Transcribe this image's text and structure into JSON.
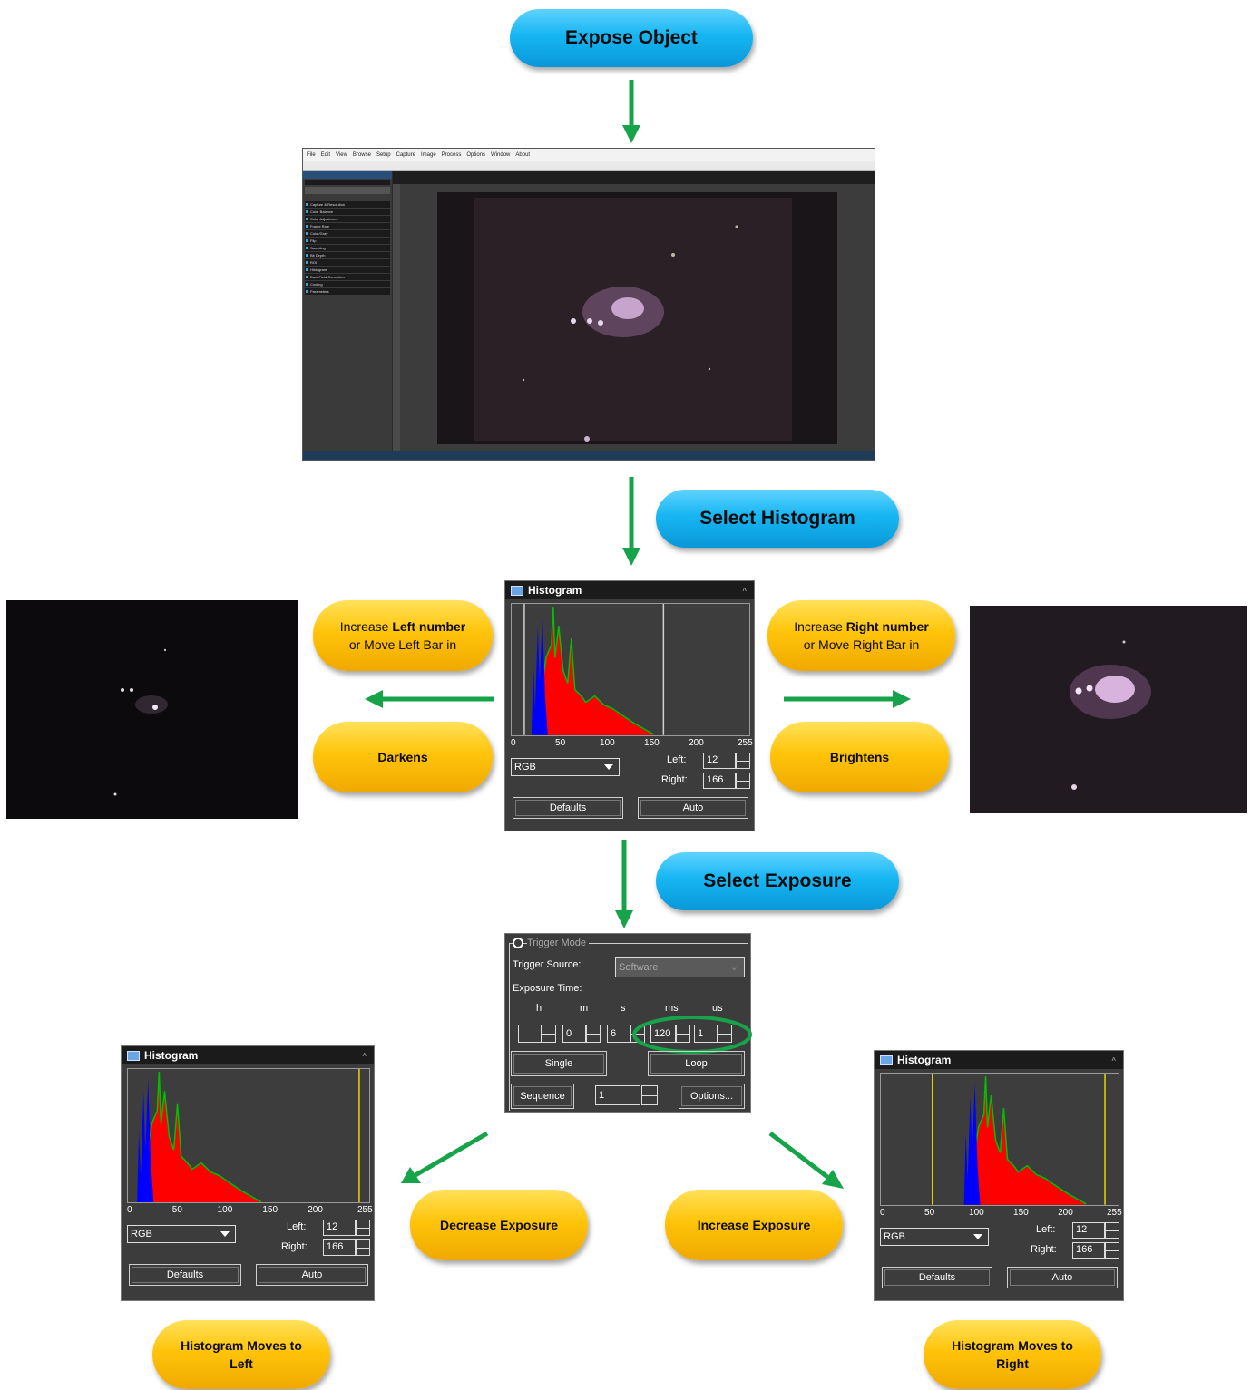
{
  "steps": {
    "expose_object": "Expose Object",
    "select_histogram": "Select Histogram",
    "select_exposure": "Select Exposure"
  },
  "left_branch": {
    "action_prefix": "Increase ",
    "action_bold": "Left number",
    "action_suffix": "or Move Left Bar in",
    "result": "Darkens"
  },
  "right_branch": {
    "action_prefix": "Increase ",
    "action_bold": "Right number",
    "action_suffix": "or Move Right Bar in",
    "result": "Brightens"
  },
  "exposure_outcomes": {
    "decrease": "Decrease Exposure",
    "increase": "Increase Exposure",
    "moves_left": "Histogram Moves to Left",
    "moves_right": "Histogram Moves to Right"
  },
  "app_window": {
    "menu": [
      "File",
      "Edit",
      "View",
      "Browse",
      "Setup",
      "Capture",
      "Image",
      "Process",
      "Options",
      "Window",
      "About"
    ],
    "side_items": [
      "Capture & Resolution",
      "Color Balance",
      "Color Adjustment",
      "Frame Rate",
      "Color/Gray",
      "Flip",
      "Sampling",
      "Bit Depth",
      "ROI",
      "Histogram",
      "Dark Field Correction",
      "Cooling",
      "Parameters"
    ]
  },
  "histogram": {
    "title": "Histogram",
    "axis_ticks": [
      "0",
      "50",
      "100",
      "150",
      "200",
      "255"
    ],
    "channel": "RGB",
    "left_label": "Left:",
    "left_value": "12",
    "right_label": "Right:",
    "right_value": "166",
    "defaults_label": "Defaults",
    "auto_label": "Auto"
  },
  "exposure_panel": {
    "trigger_mode": "Trigger Mode",
    "trigger_source_label": "Trigger Source:",
    "trigger_source_value": "Software",
    "exposure_time_label": "Exposure Time:",
    "units": [
      "h",
      "m",
      "s",
      "ms",
      "us"
    ],
    "values": [
      "",
      "0",
      "6",
      "120",
      "1"
    ],
    "single_label": "Single",
    "loop_label": "Loop",
    "sequence_label": "Sequence",
    "sequence_value": "1",
    "options_label": "Options..."
  },
  "colors": {
    "arrow": "#16a34a",
    "blue_pill": "#16b6f3",
    "gold_pill": "#ffc40a",
    "highlight_ring": "#16a34a",
    "bar_red": "#ff0000",
    "bar_blue": "#0000ff",
    "bar_green": "#00c000",
    "bar_yellow": "#e6d600"
  }
}
